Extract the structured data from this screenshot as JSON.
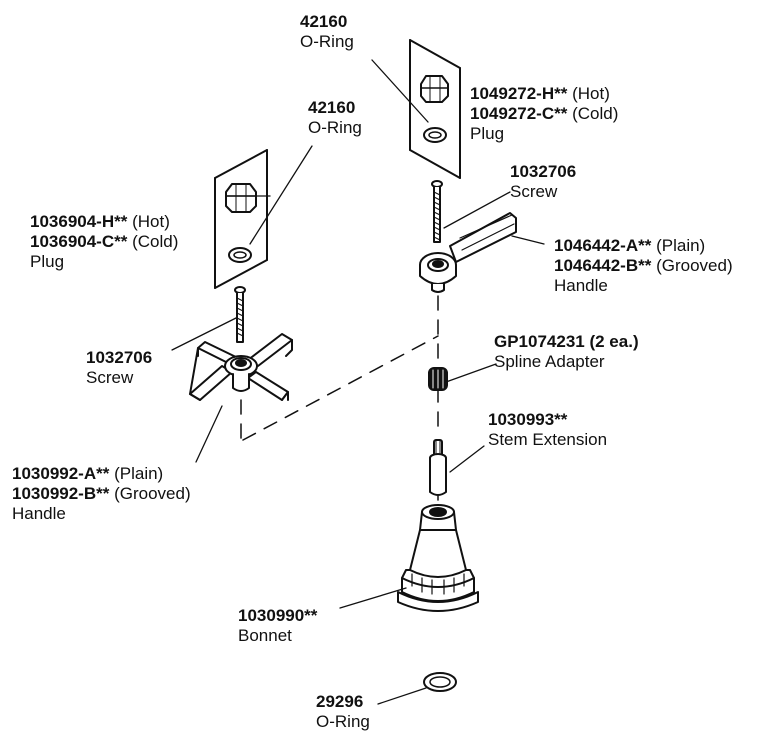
{
  "callouts": [
    {
      "id": "oring-top",
      "part": "42160",
      "desc": "O-Ring"
    },
    {
      "id": "oring-left",
      "part": "42160",
      "desc": "O-Ring"
    },
    {
      "id": "plug-right",
      "part_hot": "1049272-H**",
      "hot": "(Hot)",
      "part_cold": "1049272-C**",
      "cold": "(Cold)",
      "desc": "Plug"
    },
    {
      "id": "screw-right",
      "part": "1032706",
      "desc": "Screw"
    },
    {
      "id": "plug-left",
      "part_hot": "1036904-H**",
      "hot": "(Hot)",
      "part_cold": "1036904-C**",
      "cold": "(Cold)",
      "desc": "Plug"
    },
    {
      "id": "handle-right",
      "part_a": "1046442-A**",
      "plain": "(Plain)",
      "part_b": "1046442-B**",
      "grooved": "(Grooved)",
      "desc": "Handle"
    },
    {
      "id": "spline",
      "part": "GP1074231 (2 ea.)",
      "desc": "Spline Adapter"
    },
    {
      "id": "screw-left",
      "part": "1032706",
      "desc": "Screw"
    },
    {
      "id": "stem-ext",
      "part": "1030993**",
      "desc": "Stem Extension"
    },
    {
      "id": "handle-left",
      "part_a": "1030992-A**",
      "plain": "(Plain)",
      "part_b": "1030992-B**",
      "grooved": "(Grooved)",
      "desc": "Handle"
    },
    {
      "id": "bonnet",
      "part": "1030990**",
      "desc": "Bonnet"
    },
    {
      "id": "oring-bottom",
      "part": "29296",
      "desc": "O-Ring"
    }
  ]
}
